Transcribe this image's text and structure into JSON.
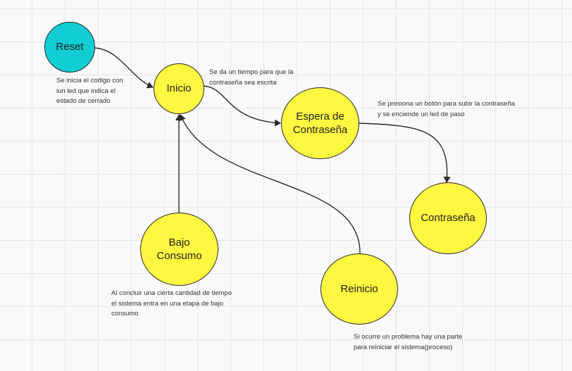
{
  "nodes": {
    "reset": "Reset",
    "inicio": "Inicio",
    "espera": "Espera de\nContraseña",
    "contrasena": "Contraseña",
    "bajo_consumo": "Bajo\nConsumo",
    "reinicio": "Reinicio"
  },
  "notes": {
    "reset_note": "Se inicia el codigo con\niun led que indica el\nestado de cerrado",
    "inicio_note": "Se da un tiempo para que la\ncontraseña sea escrita",
    "espera_note": "Se presiona un botón para subir la contraseña\ny se enciende un led de paso",
    "bajo_note": "Al concluir una cierta cantidad de tiempo\nel sistema entra en una etapa de bajo\nconsumo",
    "reinicio_note": "Si ocurre un problema hay una parte\npara reiniciar el sistema(proceso)"
  },
  "colors": {
    "state_fill": "#fff740",
    "reset_fill": "#12cdd4",
    "stroke": "#2a2a2a",
    "grid": "#e6e6e6"
  }
}
